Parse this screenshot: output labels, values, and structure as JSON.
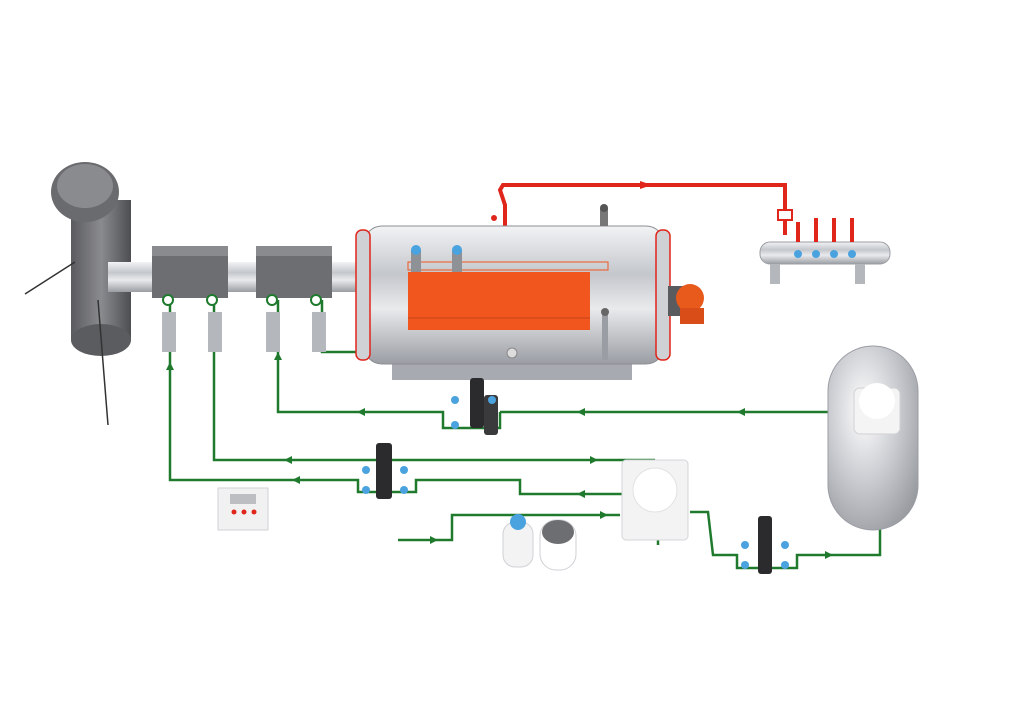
{
  "diagram": {
    "components": [
      {
        "id": "chimney",
        "icon": "chimney-icon"
      },
      {
        "id": "economizer-1",
        "icon": "heat-exchanger-icon"
      },
      {
        "id": "economizer-2",
        "icon": "heat-exchanger-icon"
      },
      {
        "id": "boiler-shell",
        "icon": "boiler-icon"
      },
      {
        "id": "burner",
        "icon": "burner-icon"
      },
      {
        "id": "steam-header",
        "icon": "manifold-icon"
      },
      {
        "id": "hot-water-tank",
        "icon": "tank-icon"
      },
      {
        "id": "feedwater-tank",
        "icon": "tank-icon"
      },
      {
        "id": "softener",
        "icon": "water-softener-icon"
      },
      {
        "id": "control-cabinet",
        "icon": "control-panel-icon"
      },
      {
        "id": "pump-group-1",
        "icon": "pump-icon"
      },
      {
        "id": "pump-group-2",
        "icon": "pump-icon"
      },
      {
        "id": "pump-group-3",
        "icon": "pump-icon"
      }
    ],
    "colors": {
      "water_line": "#1f7a2e",
      "steam_line": "#e0251b",
      "boiler_panel": "#f0561e",
      "steel": "#c9ccd1",
      "dark_steel": "#6d6e71",
      "valve_blue": "#4aa3df"
    }
  }
}
